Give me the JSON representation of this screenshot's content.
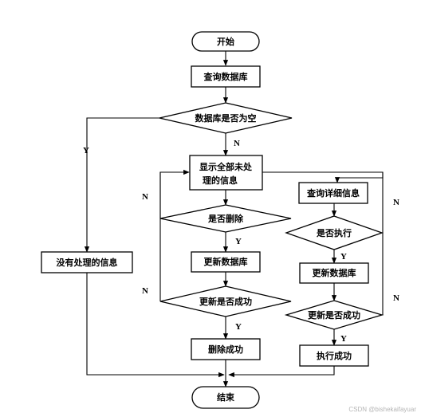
{
  "nodes": {
    "start": "开始",
    "query_db": "查询数据库",
    "db_empty": "数据库是否为空",
    "no_info": "没有处理的信息",
    "show_all_line1": "显示全部未处",
    "show_all_line2": "理的信息",
    "is_delete": "是否删除",
    "update_db_left": "更新数据库",
    "update_ok_left": "更新是否成功",
    "delete_ok": "删除成功",
    "query_detail": "查询详细信息",
    "is_execute": "是否执行",
    "update_db_right": "更新数据库",
    "update_ok_right": "更新是否成功",
    "execute_ok": "执行成功",
    "end": "结束"
  },
  "edge_labels": {
    "db_empty_yes": "Y",
    "db_empty_no": "N",
    "is_delete_yes": "Y",
    "is_delete_no": "N",
    "update_left_yes": "Y",
    "update_left_no": "N",
    "is_execute_yes": "Y",
    "is_execute_no": "N",
    "update_right_yes": "Y",
    "update_right_no": "N"
  },
  "watermark": "CSDN @bishekaifayuar"
}
